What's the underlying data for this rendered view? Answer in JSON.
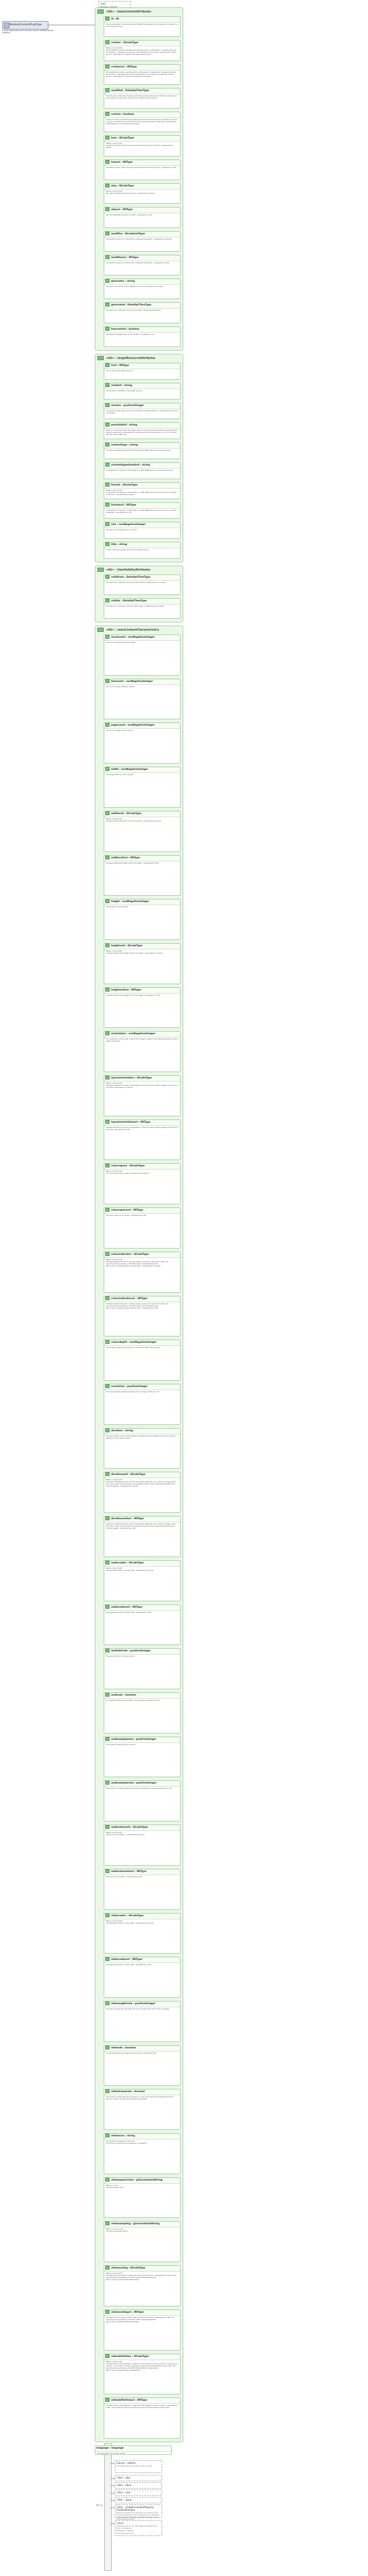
{
  "root": {
    "name": "RelatedContentPropType",
    "desc": "A type representing the structure of the relatedContent property"
  },
  "any_top": {
    "label": "<Any>",
    "rows": [
      "Namespace: ##other",
      "Process Contents: Lax"
    ]
  },
  "groups": [
    {
      "title": "<AG>  : baseContentAttributes",
      "attrs": [
        {
          "name": "id : ID",
          "desc": "The local identifier of the element which MUST be persistent for all versions of the item, i.e. for its entire lifecycle."
        },
        {
          "name": "creator : QCodeType",
          "pattern": "Pattern: [\\S-[:]]*:[\\S]*",
          "desc": "If the attribute is empty, specifies which entity (person, organisation or system) will edit the property - expressed by a QCode. If the attribute is non-empty, specifies which entity (person, organisation or system) has edited the property."
        },
        {
          "name": "creatoruri : IRIType",
          "desc": "If the attribute is empty, specifies which entity (person, organisation or system) will edit the property - expressed by a URI. If the attribute is non-empty, specifies which entity (person, organisation or system) has edited the property."
        },
        {
          "name": "modified : DateOptTimeType",
          "desc": "The date (and, optionally, the time) when the property was last modified. The initial value is the date (and, optionally, the time) of creation of the property."
        },
        {
          "name": "custom : boolean",
          "desc": "If set to true the corresponding property was added to the G2 Item for a specific customer or group of customers only. The default value of this property is false which applies when this attribute is not used with the property."
        },
        {
          "name": "how : QCodeType",
          "pattern": "Pattern: [\\S-[:]]*:[\\S]*",
          "desc": "Indicates by which means the value was extracted from the content - expressed by a QCode"
        },
        {
          "name": "howuri : IRIType",
          "desc": "Indicates by which means the value was extracted from the content - expressed by a URI"
        },
        {
          "name": "why : QCodeType",
          "pattern": "Pattern: [\\S-[:]]*:[\\S]*",
          "desc": "Why the metadata has been included - expressed by a QCode"
        },
        {
          "name": "whyuri : IRIType",
          "desc": "Why the metadata has been included - expressed by a URI"
        },
        {
          "name": "modifies : QCodeListType",
          "desc": "The specific revision of content this component represents - expressed by a QCode"
        },
        {
          "name": "modifiesuri : IRIType",
          "desc": "The specific revision of content this component represents - expressed by a URI"
        },
        {
          "name": "generator : string",
          "desc": "The name and version of the software tool used to generate the content"
        },
        {
          "name": "generated : DateOptTimeType",
          "desc": "The date (and, optionally, the time) when the content was generated"
        },
        {
          "name": "hascontent : boolean",
          "desc": "Indicates if the digital data of this rendition is available or not"
        }
      ]
    },
    {
      "title": "<AG>  : targetResourceAttributes",
      "attrs": [
        {
          "name": "href : IRIType",
          "desc": "The locator of the target resource."
        },
        {
          "name": "residref : string",
          "desc": "The provider's identifier of the target resource."
        },
        {
          "name": "version : positiveInteger",
          "desc": "The version of the target resource. By default, the latest revision is retrieved when the link is activated."
        },
        {
          "name": "persistidref : string",
          "desc": "Points to an element inside the target resource which must be identified by an ID attribute having a value which is persistent for all versions of the target resource, i.e. for its entire lifecycle. (added NAR 1.8)"
        },
        {
          "name": "contenttype : string",
          "desc": "The IANA (Internet Assigned Numbers Authority) MIME type of the target resource."
        },
        {
          "name": "contenttypestandard : string",
          "desc": "A refinement of a generic content type (i.e. IANA MIME type) by a literal string value."
        },
        {
          "name": "format : QCodeType",
          "pattern": "Pattern: [\\S-[:]]*:[\\S]*",
          "desc": "A refinement of a generic content type (i.e. IANA MIME type) by a value from a controlled vocabulary - expressed by a QCode"
        },
        {
          "name": "formaturi : IRIType",
          "desc": "A refinement of a generic content type (i.e. IANA MIME type) by a value from a controlled vocabulary - expressed by a URI"
        },
        {
          "name": "size : nonNegativeInteger",
          "desc": "The size of the target resource in bytes."
        },
        {
          "name": "title : string",
          "desc": "A short natural-language name for the target resource."
        }
      ]
    },
    {
      "title": "<AG>  : timeValidityAttributes",
      "attrs": [
        {
          "name": "validfrom : DateOptTimeType",
          "desc": "The date (and, optionally, the time) before which a relationship is not valid."
        },
        {
          "name": "validto : DateOptTimeType",
          "desc": "The date (and, optionally, the time) after which a relationship is not valid."
        }
      ]
    },
    {
      "title": "<AG>  : newsContentCharacteristics",
      "attrs": [
        {
          "name": "wordcount : nonNegativeInteger",
          "desc": "The count of words of textual content."
        },
        {
          "name": "linecount : nonNegativeInteger",
          "desc": "The count of lines of textual content"
        },
        {
          "name": "pagecount : nonNegativeInteger",
          "desc": "The count of pages of the content"
        },
        {
          "name": "width : nonNegativeInteger",
          "desc": "The image width for visual content"
        },
        {
          "name": "widthunit : QCodeType",
          "pattern": "Pattern: [\\S-[:]]*:[\\S]*",
          "desc": "If present defines the width unit for the width - expressed by a QCode"
        },
        {
          "name": "widthunituri : IRIType",
          "desc": "If present defines the width unit for the width - expressed by a URI"
        },
        {
          "name": "height : nonNegativeInteger",
          "desc": "The height of visual content"
        },
        {
          "name": "heightunit : QCodeType",
          "pattern": "Pattern: [\\S-[:]]*:[\\S]*",
          "desc": "If present defines the height unit for the heigth - expressed by a QCode"
        },
        {
          "name": "heightunituri : IRIType",
          "desc": "If present defines the height unit for the heigth - expressed by a URI"
        },
        {
          "name": "orientation : nonNegativeInteger",
          "desc": "The orientation of the visual content of an image in regard to the standard rendition of the digital image data"
        },
        {
          "name": "layoutorientation : QCodeType",
          "pattern": "Pattern: [\\S-[:]]*:[\\S]*",
          "desc": "Indicates whether the human interpretation of the top of the image is aligned to its short or long side - expressed by a QCode"
        },
        {
          "name": "layoutorientationuri : IRIType",
          "desc": "Indicates whether the human interpretation of the top of the image is aligned to its short or long side - expressed by a URI"
        },
        {
          "name": "colourspace : QCodeType",
          "pattern": "Pattern: [\\S-[:]]*:[\\S]*",
          "desc": "The colour space of an image - expressed by a QCode"
        },
        {
          "name": "colourspaceuri : IRIType",
          "desc": "The colour space of an image - expressed by a URI"
        },
        {
          "name": "colourindicator : QCodeType",
          "pattern": "Pattern: [\\S-[:]]*:[\\S]*",
          "desc": "Indicates whether the still or moving image is coloured or black and white. The recommended vocabulary is the IPTC Colour Indicator NewsCodes http://cv.iptc.org/newscodes/colourindicator/ - expressed by a QCode"
        },
        {
          "name": "colourindicatoruri : IRIType",
          "desc": "Indicates whether the still or moving image is coloured or black and white. The recommended vocabulary is the IPTC Colour Indicator NewsCodes http://cv.iptc.org/newscodes/colourindicator/ - expressed by a URI"
        },
        {
          "name": "colourdepth : nonNegativeInteger",
          "desc": "The bit depth defining the spread of colour data within each sample."
        },
        {
          "name": "resolution : positiveInteger",
          "desc": "The recommended printing resolution for an image in dots per inch"
        },
        {
          "name": "duration : string",
          "desc": "The clip duration in time units defined by durationUnit. The default time unit is seconds. Applies to audio-visual content."
        },
        {
          "name": "durationunit : QCodeType",
          "pattern": "Pattern: [\\S-[:]]*:[\\S]*",
          "desc": "If present it defines the time unit for the duration attribute. Only codes for integer value time units of the recommended CV (available at http://cv.iptc.org/newscodes/timeunit/ ) must be applied - expressed by a QCode"
        },
        {
          "name": "durationunituri : IRIType",
          "desc": "If present it defines the time unit for the duration attribute. Only codes for integer value time units of the recommended CV (available at http://cv.iptc.org/newscodes/timeunit/ ) must be applied - expressed by a URI"
        },
        {
          "name": "audiocodec : QCodeType",
          "pattern": "Pattern: [\\S-[:]]*:[\\S]*",
          "desc": "The applicable codec for audio data - expressed by a QCode"
        },
        {
          "name": "audiocodecuri : IRIType",
          "desc": "The applicable codec for audio data - expressed by a URI"
        },
        {
          "name": "audiobitrate : positiveInteger",
          "desc": "The audio bit rate in bits per second"
        },
        {
          "name": "audiovbr : boolean",
          "desc": "An indication that the audio data is encoded with a variable bit rate"
        },
        {
          "name": "audiosamplesize : positiveInteger",
          "desc": "The number of bits per audio sample"
        },
        {
          "name": "audiosamplerate : positiveInteger",
          "desc": "The number of audio samples per second, expressed as a sampling frequency in Hz"
        },
        {
          "name": "audiochannels : QCodeType",
          "pattern": "Pattern: [\\S-[:]]*:[\\S]*",
          "desc": "The audio sound system - expressed by a QCode"
        },
        {
          "name": "audiochannelsuri : IRIType",
          "desc": "The audio sound system - expressed by a URI"
        },
        {
          "name": "videocodec : QCodeType",
          "pattern": "Pattern: [\\S-[:]]*:[\\S]*",
          "desc": "The applicable codec for video data - expressed by a QCode"
        },
        {
          "name": "videocodecuri : IRIType",
          "desc": "The applicable codec for video data - expressed by a URI"
        },
        {
          "name": "videoavgbitrate : positiveInteger",
          "desc": "The video average bit rate in bits per second. Used when the bit rate is variable"
        },
        {
          "name": "videovbr : boolean",
          "desc": "An indication that video data is encoded with a variable bit rate"
        },
        {
          "name": "videoframerate : decimal",
          "desc": "The number of video frames per second, i.e. the rate at which the material should be shown in order to achieve the intended visual effect"
        },
        {
          "name": "videoscan : string",
          "enum": "Enumeration: progressive interlaced",
          "desc": "The video scan technique, progressive or interlaced"
        },
        {
          "name": "videoaspectratio : g2normalizedString",
          "pattern": "Pattern: \\d+:\\d+",
          "desc": "The video aspect ratio"
        },
        {
          "name": "videosampling : g2normalizedString",
          "pattern": "Pattern: (\\d+:\\d+:\\d+)",
          "desc": "The video sampling method"
        },
        {
          "name": "videoscaling : QCodeType",
          "pattern": "Pattern: [\\S-[:]]*:[\\S]*",
          "desc": "Indicates how the original content was scaled to this format - expressed by a QCode. The recommended vocabulary is the IPTC Video Scaling NewsCodes http://cv.iptc.org/newscodes/videoscaling/"
        },
        {
          "name": "videoscalinguri : IRIType",
          "desc": "Indicates how the original content was scaled to this format - expressed by a URI. The recommended vocabulary is the IPTC Video Scaling NewsCodes http://cv.iptc.org/newscodes/videoscaling/"
        },
        {
          "name": "videodefinition : QCodeType",
          "pattern": "Pattern: [\\S-[:]]*:[\\S]*",
          "desc": "Indicates which video definition is applied to this rendition of video content - expressed by a QCode - but it does not imply any particular technical characteristics of the video. The recommended vocabulary is the IPTC Video Definition NewsCodes http://cv.iptc.org/newscodes/videodefinition/"
        },
        {
          "name": "videodefinitionuri : IRIType",
          "desc": "Indicates which video definition is applied to this rendition of video content - expressed by a URI - but it does not imply any particular technical characteristics of the video."
        }
      ]
    }
  ],
  "lang_attr": {
    "name": "language : language",
    "desc": "The language of the remote content"
  },
  "seq_label": "[0..∞]",
  "side_items": [
    {
      "name": "channel  : <Name>",
      "desc": "Information about a specific content channel."
    },
    {
      "name": "<Ref>  : altId"
    },
    {
      "name": "<Ref>  : altLoc"
    },
    {
      "name": "<Ref>  : hash"
    },
    {
      "name": "<Ref>  : signal"
    },
    {
      "name": "<Ref>  : relatedContentExtProperty  : Flex2ExtPropType",
      "desc": "Extension Property; the semantics are defined by the concept referenced by the rel attribute. The semantics of the Extension Property must have the same scope as the parent property."
    },
    {
      "name": "<Any>",
      "desc": "Extension point for provider-defined properties from other namespaces",
      "rows": [
        "Namespace: ##other",
        "Process Contents: Lax"
      ]
    }
  ]
}
